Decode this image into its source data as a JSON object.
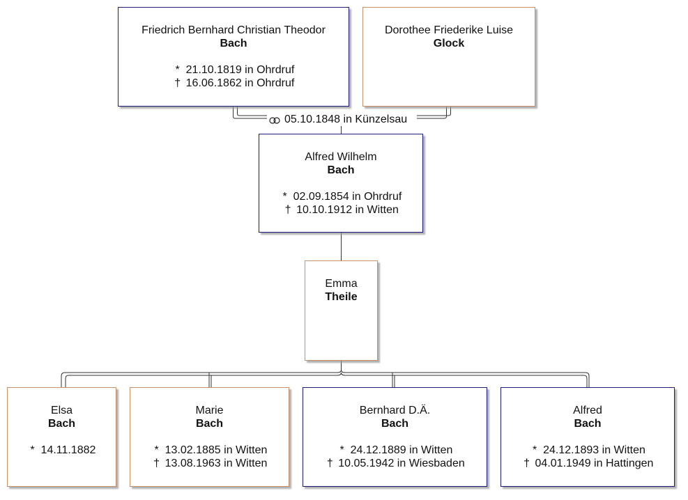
{
  "father": {
    "given": "Friedrich Bernhard Christian Theodor",
    "surname": "Bach",
    "birth": "21.10.1819 in Ohrdruf",
    "death": "16.06.1862 in Ohrdruf"
  },
  "mother": {
    "given": "Dorothee Friederike Luise",
    "surname": "Glock"
  },
  "marriage": {
    "icon": "rings-icon",
    "text": "05.10.1848 in Künzelsau"
  },
  "focus": {
    "given": "Alfred Wilhelm",
    "surname": "Bach",
    "birth": "02.09.1854 in Ohrdruf",
    "death": "10.10.1912 in Witten"
  },
  "spouse": {
    "given": "Emma",
    "surname": "Theile"
  },
  "symbols": {
    "birth": "*",
    "death": "†"
  },
  "children": [
    {
      "given": "Elsa",
      "surname": "Bach",
      "birth": "14.11.1882",
      "death": "",
      "sex": "female"
    },
    {
      "given": "Marie",
      "surname": "Bach",
      "birth": "13.02.1885 in Witten",
      "death": "13.08.1963 in Witten",
      "sex": "female"
    },
    {
      "given": "Bernhard D.Ä.",
      "surname": "Bach",
      "birth": "24.12.1889 in Witten",
      "death": "10.05.1942 in Wiesbaden",
      "sex": "male"
    },
    {
      "given": "Alfred",
      "surname": "Bach",
      "birth": "24.12.1893 in Witten",
      "death": "04.01.1949 in Hattingen",
      "sex": "male"
    }
  ],
  "colors": {
    "male_border": "#1b1b7a",
    "female_border": "#c8926a",
    "line": "#333333"
  }
}
